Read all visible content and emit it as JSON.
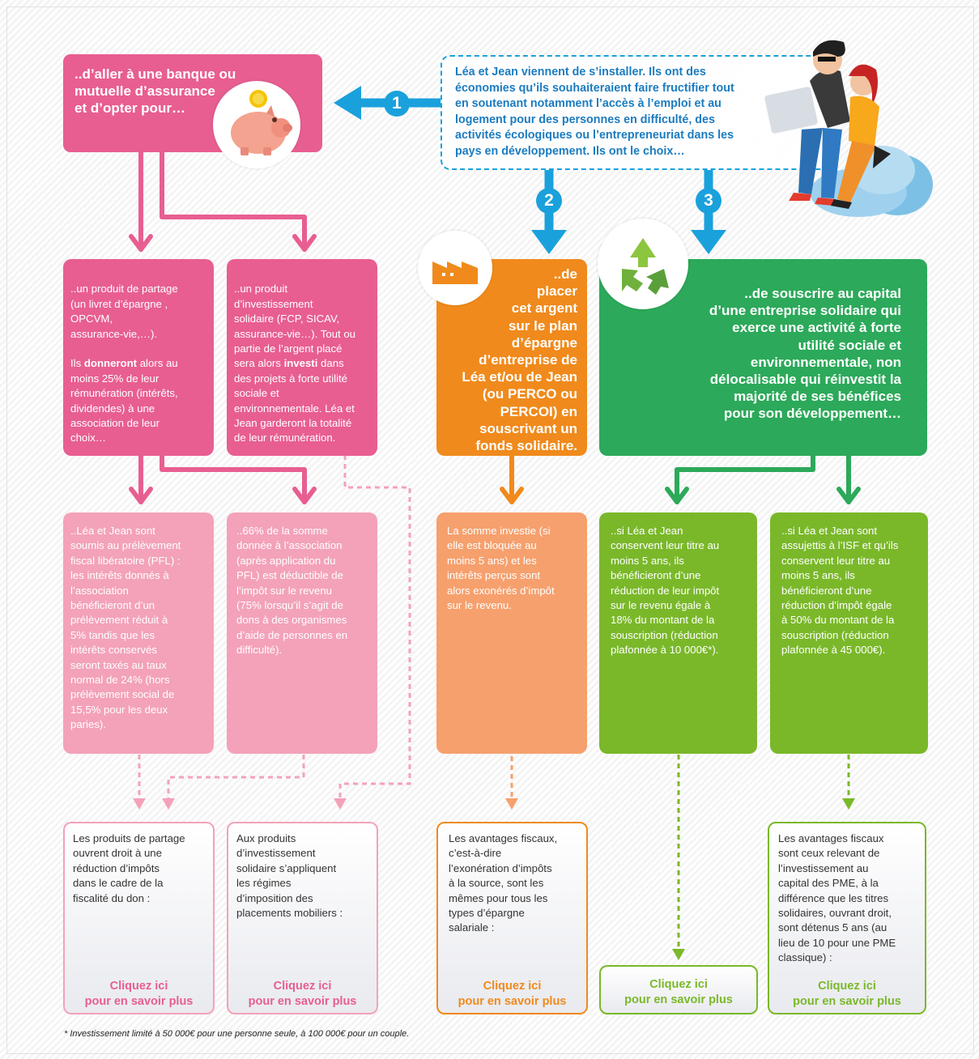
{
  "intro": {
    "text": "Léa et Jean viennent de s’installer. Ils ont des\néconomies qu’ils souhaiteraient faire fructifier tout\nen soutenant  notamment l’accès à l’emploi et au\nlogement pour des personnes en difficulté, des\nactivités écologiques ou l’entrepreneuriat dans les\npays en développement. Ils ont le choix…"
  },
  "steps": [
    "1",
    "2",
    "3"
  ],
  "option1": {
    "heading": "..d’aller à une banque ou\nmutuelle d’assurance\net d’opter pour…"
  },
  "option2": {
    "heading": "..de\nplacer\ncet argent\nsur le plan\nd’épargne\nd’entreprise de\nLéa et/ou de Jean\n(ou PERCO ou\nPERCOI) en\nsouscrivant un\nfonds solidaire."
  },
  "option3": {
    "heading": "..de souscrire au capital\nd’une entreprise solidaire qui\nexerce une activité à forte\nutilité sociale et\nenvironnementale, non\ndélocalisable qui réinvestit la\nmajorité de ses bénéfices\npour son développement…"
  },
  "product_share": {
    "text": "..un produit de partage\n(un livret d’épargne ,\nOPCVM,\nassurance-vie,…).",
    "text2_pre": "Ils ",
    "text2_bold": "donneront",
    "text2_post": " alors au\nmoins 25% de leur\nrémunération (intérêts,\ndividendes)  à une\nassociation de leur\nchoix…"
  },
  "product_invest": {
    "text_pre": "..un produit\nd’investissement\nsolidaire (FCP, SICAV,\nassurance-vie…). Tout ou\npartie de l’argent placé\nsera alors ",
    "text_bold": "investi",
    "text_post": " dans\ndes projets  à forte utilité\nsociale et\nenvironnementale. Léa et\nJean garderont la totalité\nde leur rémunération."
  },
  "details": [
    {
      "text": "..Léa et Jean sont\nsoumis au prélèvement\nfiscal libératoire (PFL) :\nles intérêts donnés à\nl’association\nbénéficieront d’un\nprélèvement réduit à\n5% tandis que les\nintérêts conservés\nseront taxés au taux\nnormal de 24% (hors\nprélèvement social de\n15,5% pour les deux\nparies)."
    },
    {
      "text": "..66% de la somme\ndonnée à l’association\n(après application du\nPFL) est déductible de\nl’impôt sur le revenu\n(75% lorsqu’il s’agit de\ndons à des organismes\nd’aide de personnes en\ndifficulté)."
    },
    {
      "text": "La somme investie (si\nelle est bloquée au\nmoins 5 ans)  et les\nintérêts perçus sont\nalors exonérés d’impôt\nsur le revenu."
    },
    {
      "text": "..si Léa et Jean\nconservent leur titre au\nmoins 5 ans, ils\nbénéficieront d’une\nréduction de leur impôt\nsur le revenu égale à\n18% du montant de la\nsouscription (réduction\nplafonnée à 10 000€*)."
    },
    {
      "text": "..si Léa et Jean sont\nassujettis à l’ISF et qu’ils\nconservent leur titre au\nmoins 5 ans, ils\nbénéficieront d’une\nréduction d’impôt égale\nà 50% du montant de la\nsouscription (réduction\nplafonnée à 45 000€)."
    }
  ],
  "info_boxes": [
    {
      "text": "Les produits de partage\nouvrent droit à une\nréduction d’impôts\ndans le cadre de la\nfiscalité du don :",
      "cta": "Cliquez ici\npour en savoir plus"
    },
    {
      "text": "Aux produits\nd’investissement\nsolidaire s’appliquent\nles régimes\nd’imposition des\nplacements mobiliers :",
      "cta": "Cliquez ici\npour en savoir plus"
    },
    {
      "text": "Les avantages fiscaux,\nc’est-à-dire\nl’exonération d’impôts\nà la source, sont les\nmêmes pour tous les\ntypes d’épargne\nsalariale :",
      "cta": "Cliquez ici\npour en savoir plus"
    },
    {
      "text": "",
      "cta": "Cliquez ici\npour en savoir plus"
    },
    {
      "text": "Les avantages fiscaux\nsont ceux relevant de\nl’investissement au\ncapital des PME, à la\ndifférence que les titres\nsolidaires, ouvrant droit,\nsont détenus 5 ans (au\nlieu de 10 pour une PME\nclassique) :",
      "cta": "Cliquez ici\npour en savoir plus"
    }
  ],
  "footnote": "* Investissement limité à 50 000€ pour une personne seule, à 100 000€ pour un couple.",
  "icons": [
    "piggy-bank-icon",
    "factory-icon",
    "recycle-icon",
    "couple-illustration"
  ],
  "colors": {
    "pink": "#e85e91",
    "pink_light": "#f3a2b9",
    "orange": "#f08a1c",
    "orange_light": "#f6a06d",
    "green": "#2ca95a",
    "lime": "#7ab82a",
    "blue": "#1aa1dc"
  }
}
